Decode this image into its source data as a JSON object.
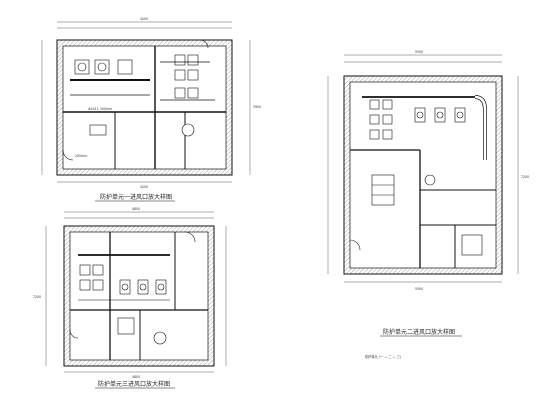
{
  "drawing": {
    "plans": [
      {
        "caption": "防护单元一进风口放大样图"
      },
      {
        "caption": "防护单元二进风口放大样图"
      },
      {
        "caption": "防护单元三进风口放大样图"
      }
    ],
    "labels": {
      "top_left_dim": "4200",
      "top_left_dim2": "4200",
      "top_left_side": "3900",
      "top_right_dim": "5500",
      "top_right_dim2": "5500",
      "top_right_side": "7200",
      "bottom_left_dim": "4800",
      "bottom_left_dim2": "4800",
      "bottom_left_side": "7200"
    },
    "note": "防护单元 (一 — 二 — 三)"
  }
}
